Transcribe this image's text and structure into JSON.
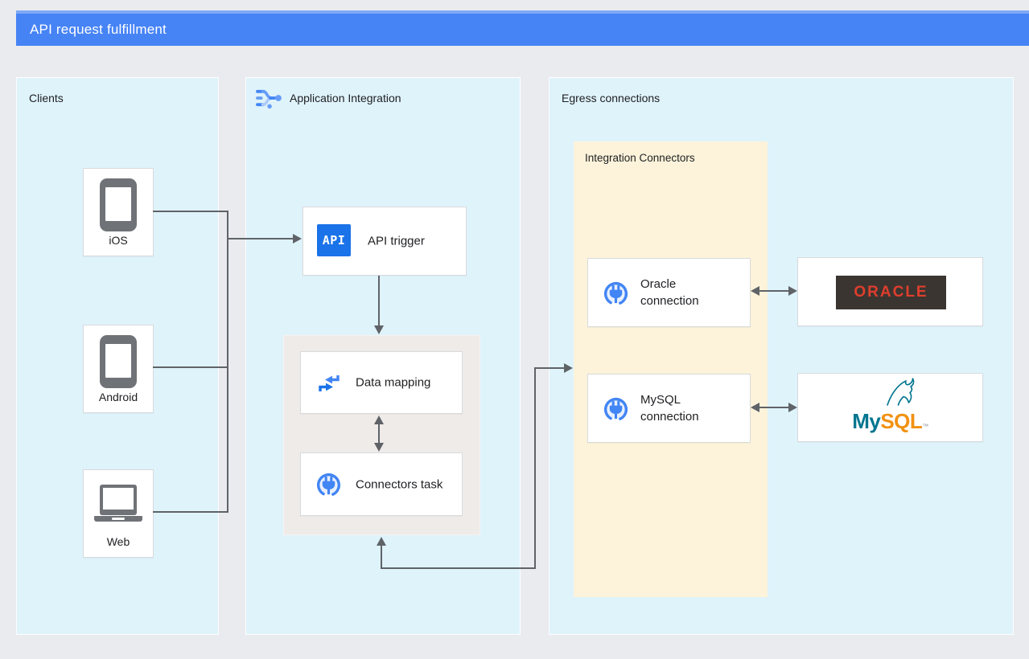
{
  "title": "API request fulfillment",
  "panels": {
    "clients": {
      "label": "Clients",
      "items": [
        {
          "label": "iOS",
          "icon": "smartphone-icon"
        },
        {
          "label": "Android",
          "icon": "smartphone-icon"
        },
        {
          "label": "Web",
          "icon": "laptop-icon"
        }
      ]
    },
    "application_integration": {
      "label": "Application Integration",
      "icon": "application-integration-icon",
      "api_trigger": {
        "label": "API trigger",
        "badge": "API",
        "icon": "api-trigger-icon"
      },
      "integration_group": {
        "data_mapping": {
          "label": "Data mapping",
          "icon": "data-mapping-icon"
        },
        "connectors_task": {
          "label": "Connectors task",
          "icon": "integration-connectors-icon"
        }
      }
    },
    "egress": {
      "label": "Egress connections",
      "integration_connectors": {
        "label": "Integration Connectors",
        "connections": [
          {
            "label": "Oracle connection",
            "icon": "integration-connectors-icon"
          },
          {
            "label": "MySQL connection",
            "icon": "integration-connectors-icon"
          }
        ]
      },
      "databases": [
        {
          "name": "Oracle",
          "logo_text": "ORACLE"
        },
        {
          "name": "MySQL",
          "logo_my": "My",
          "logo_sql": "SQL",
          "logo_tm": "™"
        }
      ]
    }
  },
  "edges": [
    {
      "from": "iOS",
      "to": "API trigger",
      "direction": "one-way"
    },
    {
      "from": "Android",
      "to": "API trigger",
      "direction": "one-way"
    },
    {
      "from": "Web",
      "to": "API trigger",
      "direction": "one-way"
    },
    {
      "from": "API trigger",
      "to": "Data mapping",
      "direction": "one-way"
    },
    {
      "from": "Data mapping",
      "to": "Connectors task",
      "direction": "two-way"
    },
    {
      "from": "Connectors task",
      "to": "Integration Connectors",
      "direction": "two-way"
    },
    {
      "from": "Oracle connection",
      "to": "Oracle",
      "direction": "two-way"
    },
    {
      "from": "MySQL connection",
      "to": "MySQL",
      "direction": "two-way"
    }
  ],
  "colors": {
    "banner": "#4683F5",
    "banner_top_strip": "#7FA9F7",
    "background": "#EAEBEE",
    "panel_blue": "#DFF3FB",
    "subpanel_yellow": "#FCF3DA",
    "subpanel_gray": "#EFEBE9",
    "line": "#5F6368",
    "accent_blue": "#1A73E8",
    "oracle_red": "#DF3E2D",
    "oracle_plate_dark": "#3B3531",
    "mysql_teal": "#00758F",
    "mysql_orange": "#F29111"
  }
}
